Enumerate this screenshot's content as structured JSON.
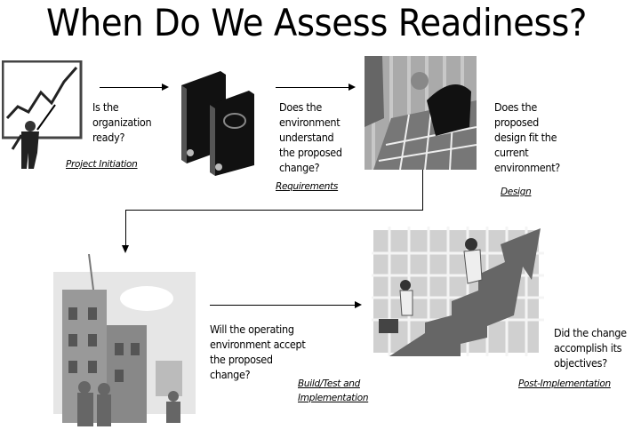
{
  "title": "When Do We Assess Readiness?",
  "stages": [
    {
      "question": [
        "Is the",
        "organization",
        "ready?"
      ],
      "phase": "Project Initiation"
    },
    {
      "question": [
        "Does the",
        "environment",
        "understand",
        "the proposed",
        "change?"
      ],
      "phase": "Requirements"
    },
    {
      "question": [
        "Does the",
        "proposed",
        "design fit the",
        "current",
        "environment?"
      ],
      "phase": "Design"
    },
    {
      "question": [
        "Will the operating",
        "environment accept",
        "the proposed",
        "change?"
      ],
      "phase_lines": [
        "Build/Test and",
        "Implementation"
      ]
    },
    {
      "question": [
        "Did the change",
        "accomplish its",
        "objectives?"
      ],
      "phase": "Post-Implementation"
    }
  ]
}
